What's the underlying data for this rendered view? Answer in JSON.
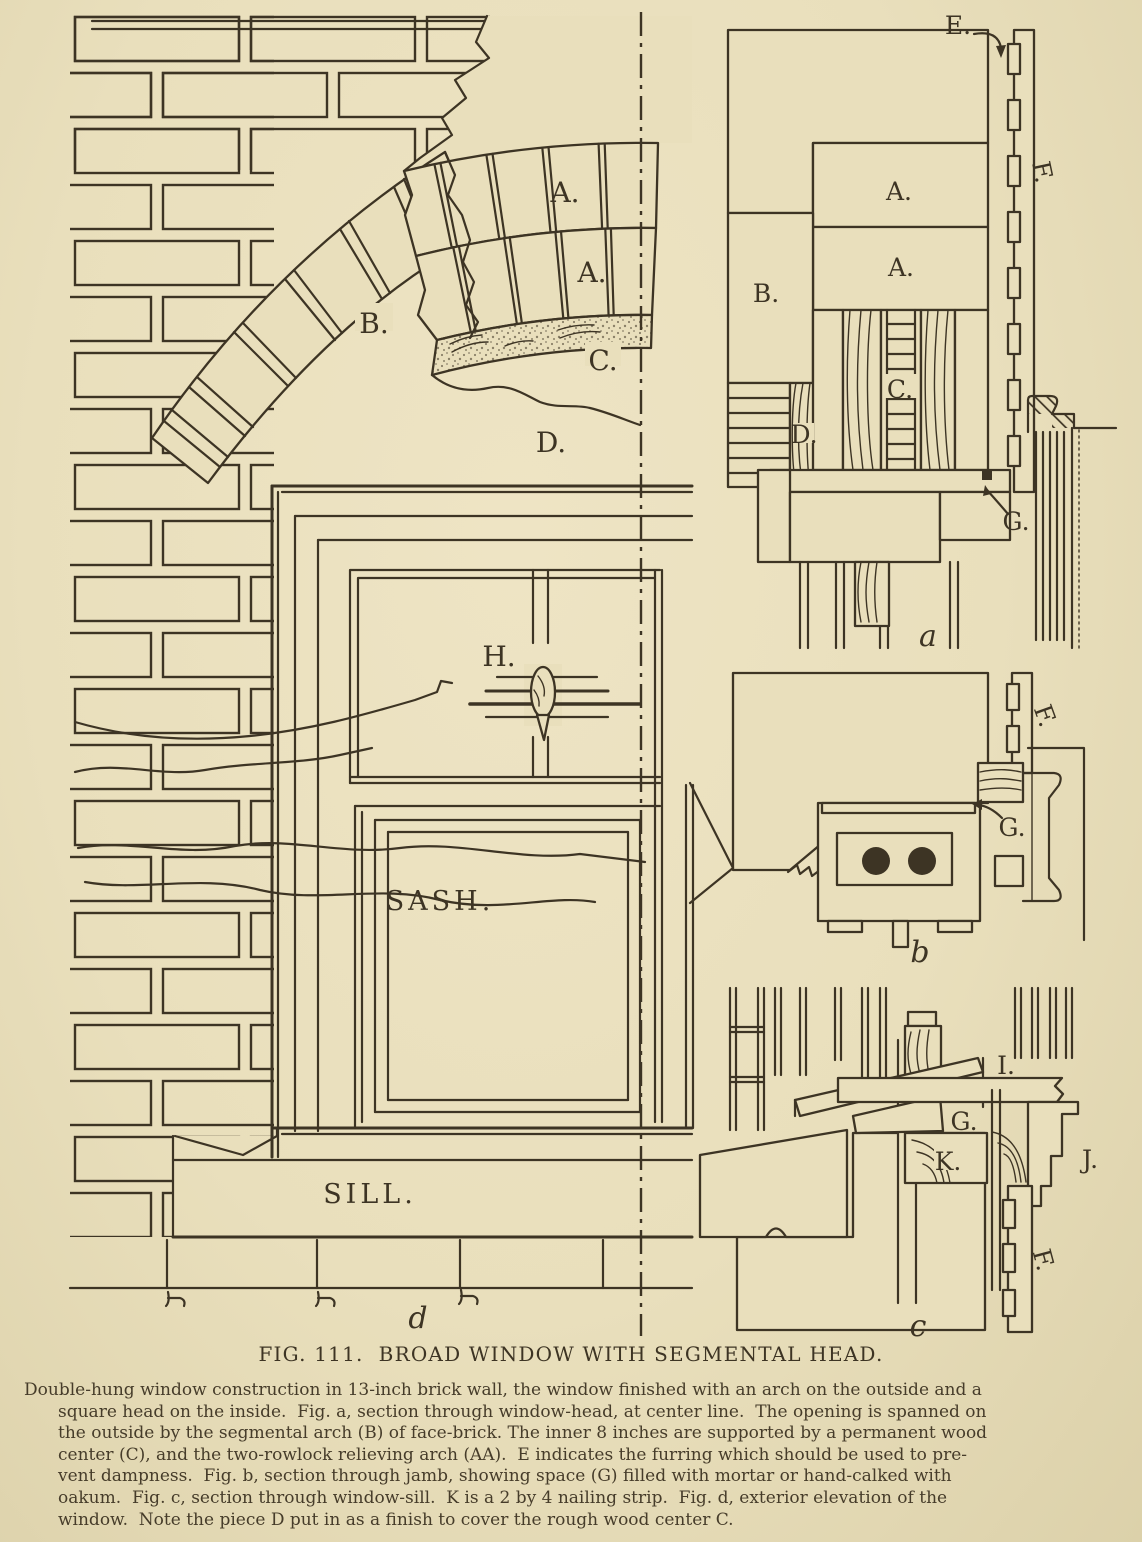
{
  "page": {
    "paper_color": "#e9dfbc",
    "ink_color": "#3d3424"
  },
  "caption": {
    "title": "FIG. 111.  BROAD WINDOW WITH SEGMENTAL HEAD.",
    "lines": [
      "Double-hung window construction in 13-inch brick wall, the window finished with an arch on the outside and a",
      "square head on the inside.  Fig. a, section through window-head, at center line.  The opening is spanned on",
      "the outside by the segmental arch (B) of face-brick. The inner 8 inches are supported by a permanent wood",
      "center (C), and the two-rowlock relieving arch (AA).  E indicates the furring which should be used to pre-",
      "vent dampness.  Fig. b, section through jamb, showing space (G) filled with mortar or hand-calked with",
      "oakum.  Fig. c, section through window-sill.  K is a 2 by 4 nailing strip.  Fig. d, exterior elevation of the",
      "window.  Note the piece D put in as a finish to cover the rough wood center C."
    ]
  },
  "labels": {
    "main": {
      "arch_row_outer": "A.",
      "arch_row_inner": "A.",
      "segmental_arch": "B.",
      "wood_center": "C.",
      "finish_piece": "D.",
      "sash_lock": "H.",
      "sash": "SASH.",
      "sill": "SILL.",
      "fig": "d"
    },
    "section_a": {
      "furring": "E.",
      "plaster": "F.",
      "arch_outer": "A.",
      "arch_inner": "A.",
      "face_brick": "B.",
      "wood_center": "C.",
      "finish": "D.",
      "space": "G.",
      "fig": "a"
    },
    "section_b": {
      "plaster": "F.",
      "space": "G.",
      "fig": "b"
    },
    "section_c": {
      "stool": "I.",
      "space": "G.",
      "nailing_strip": "K.",
      "apron": "J.",
      "plaster": "F.",
      "fig": "c"
    }
  }
}
